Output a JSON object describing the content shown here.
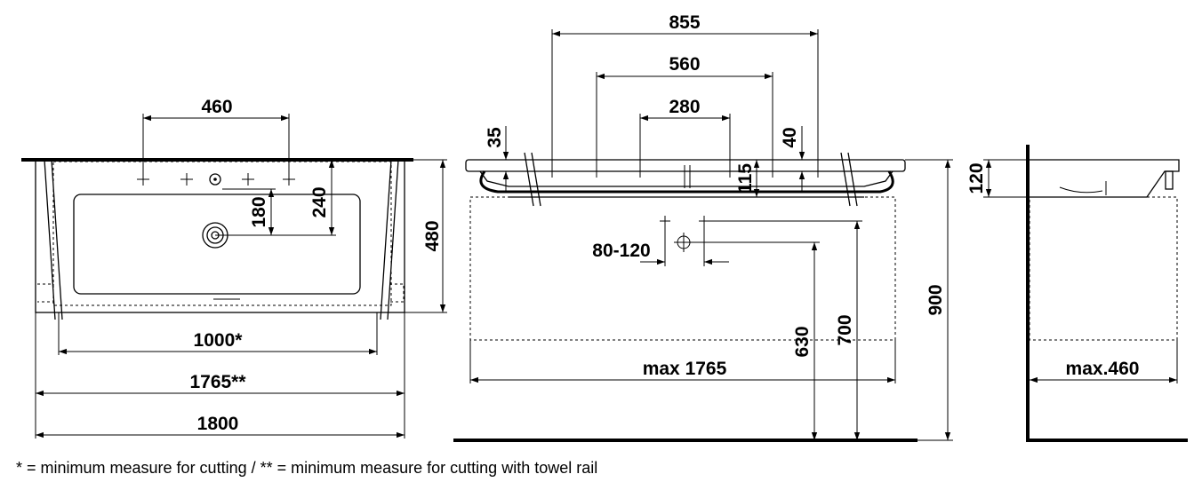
{
  "front_view": {
    "dim_tap_spacing": "460",
    "dim_depth": "480",
    "dim_tap_to_drain": "240",
    "dim_drain": "180",
    "dim_min_cut": "1000*",
    "dim_min_cut_rail": "1765**",
    "dim_total_width": "1800"
  },
  "side_view": {
    "dim_outer_taps": "855",
    "dim_mid_taps": "560",
    "dim_inner_taps": "280",
    "dim_rim_left": "35",
    "dim_rim_right": "40",
    "dim_rail_height": "115",
    "dim_waste_range": "80-120",
    "dim_max_width": "max 1765",
    "dim_waste_height": "630",
    "dim_supply_height": "700",
    "dim_total_height": "900"
  },
  "end_view": {
    "dim_basin_height": "120",
    "dim_max_depth": "max.460"
  },
  "footnote": "* = minimum measure for cutting / ** = minimum measure for cutting with towel rail"
}
